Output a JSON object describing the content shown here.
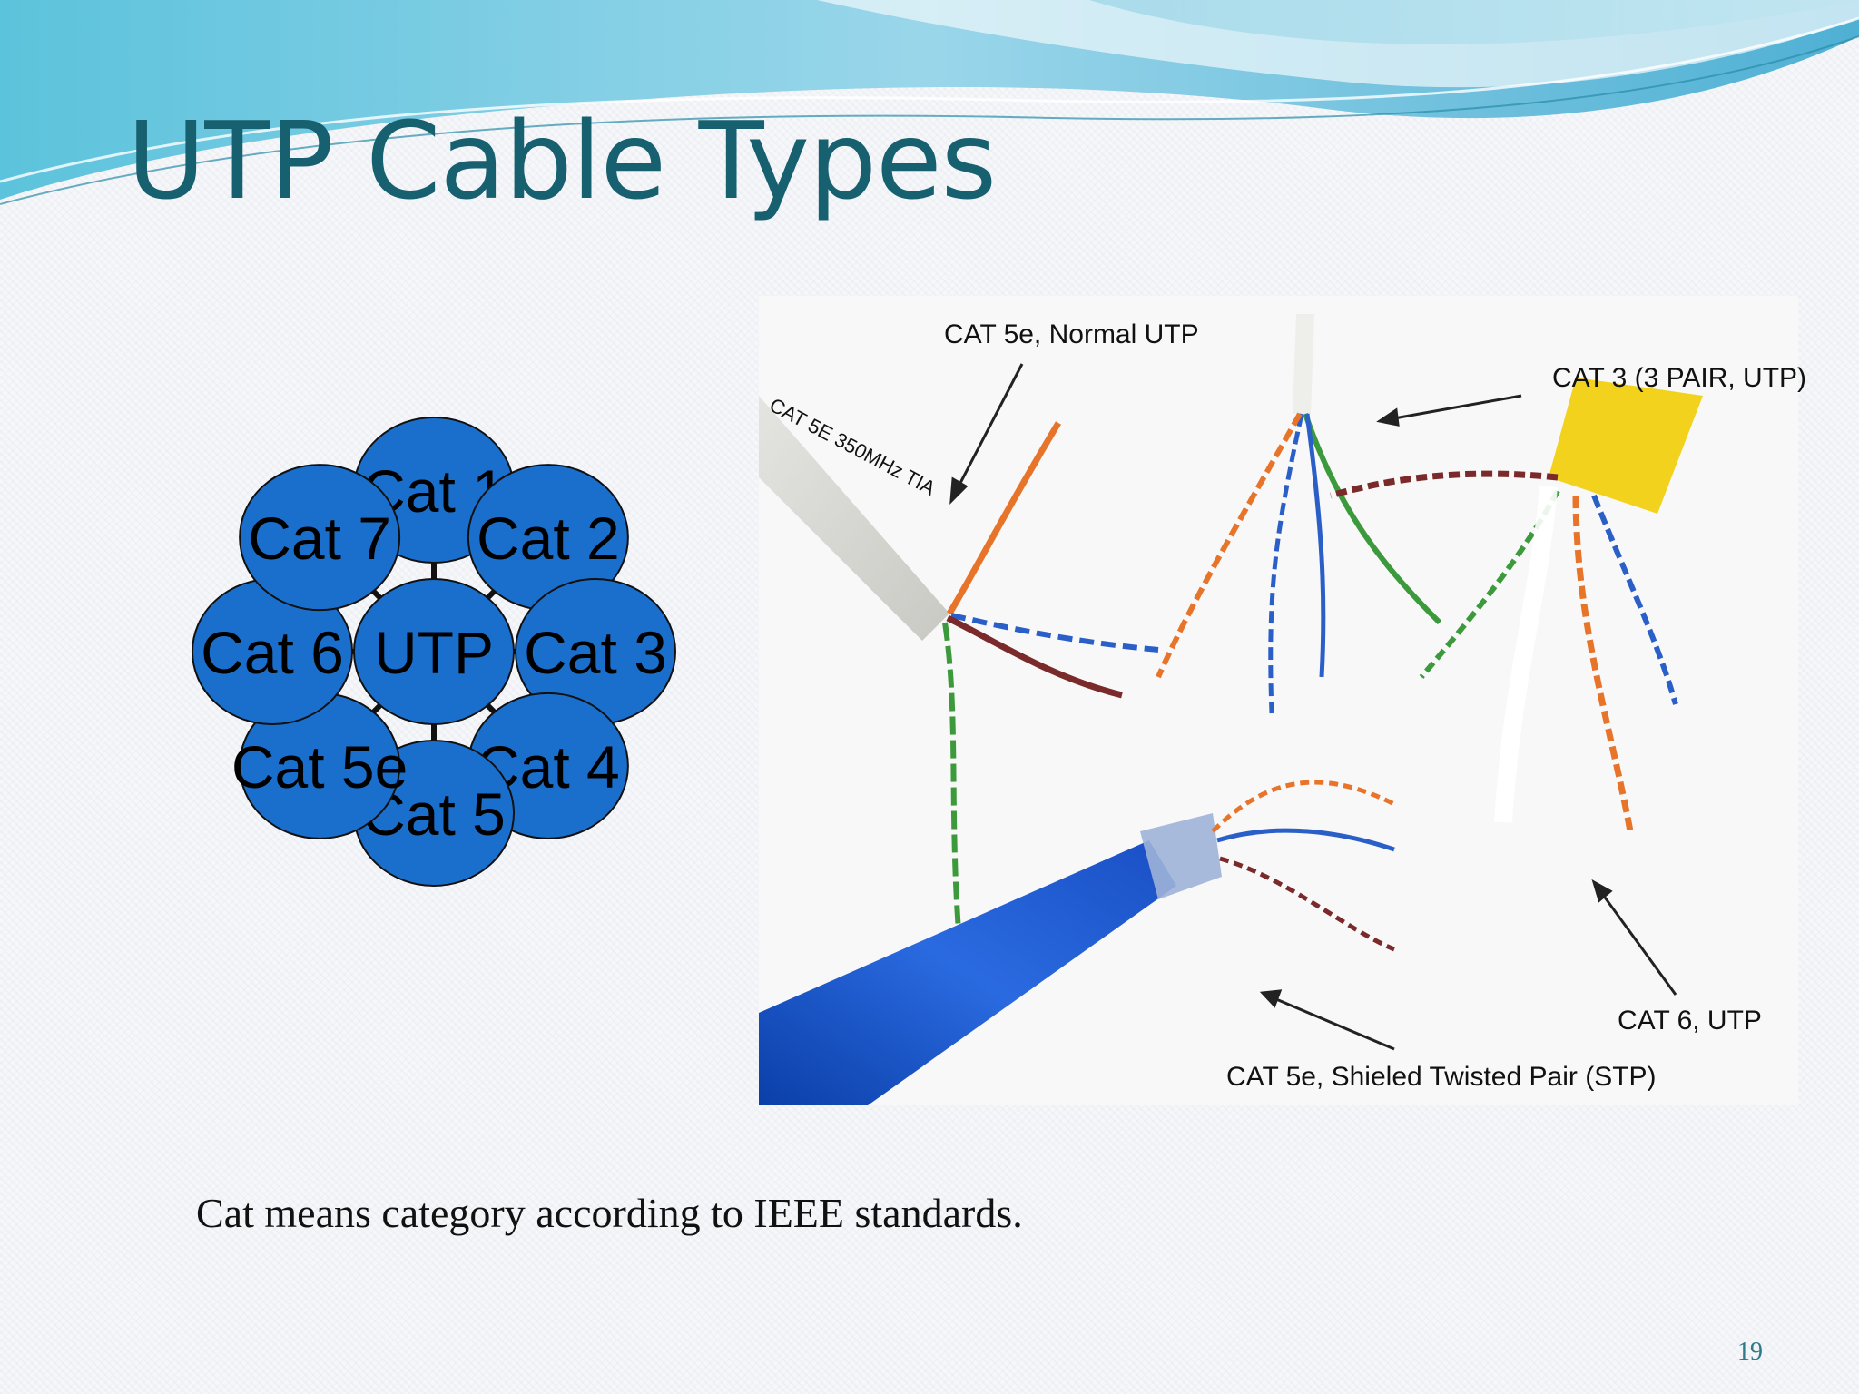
{
  "slide": {
    "title": "UTP Cable Types",
    "caption": "Cat means category according to IEEE standards.",
    "page_number": "19"
  },
  "diagram": {
    "center": "UTP",
    "nodes": [
      "Cat 1",
      "Cat 2",
      "Cat 3",
      "Cat 4",
      "Cat 5",
      "Cat 5e",
      "Cat 6",
      "Cat 7"
    ]
  },
  "photo": {
    "labels": {
      "cat5e_utp": "CAT 5e, Normal UTP",
      "cat3": "CAT 3 (3 PAIR, UTP)",
      "cat6": "CAT 6, UTP",
      "cat5e_stp": "CAT 5e, Shieled Twisted Pair (STP)"
    },
    "cable_text": "CAT 5E 350MHz TIA"
  },
  "colors": {
    "title": "#17606f",
    "node_fill": "#1b6fcc",
    "wave_light": "#9fd3e8",
    "wave_dark": "#5bb8d6"
  }
}
